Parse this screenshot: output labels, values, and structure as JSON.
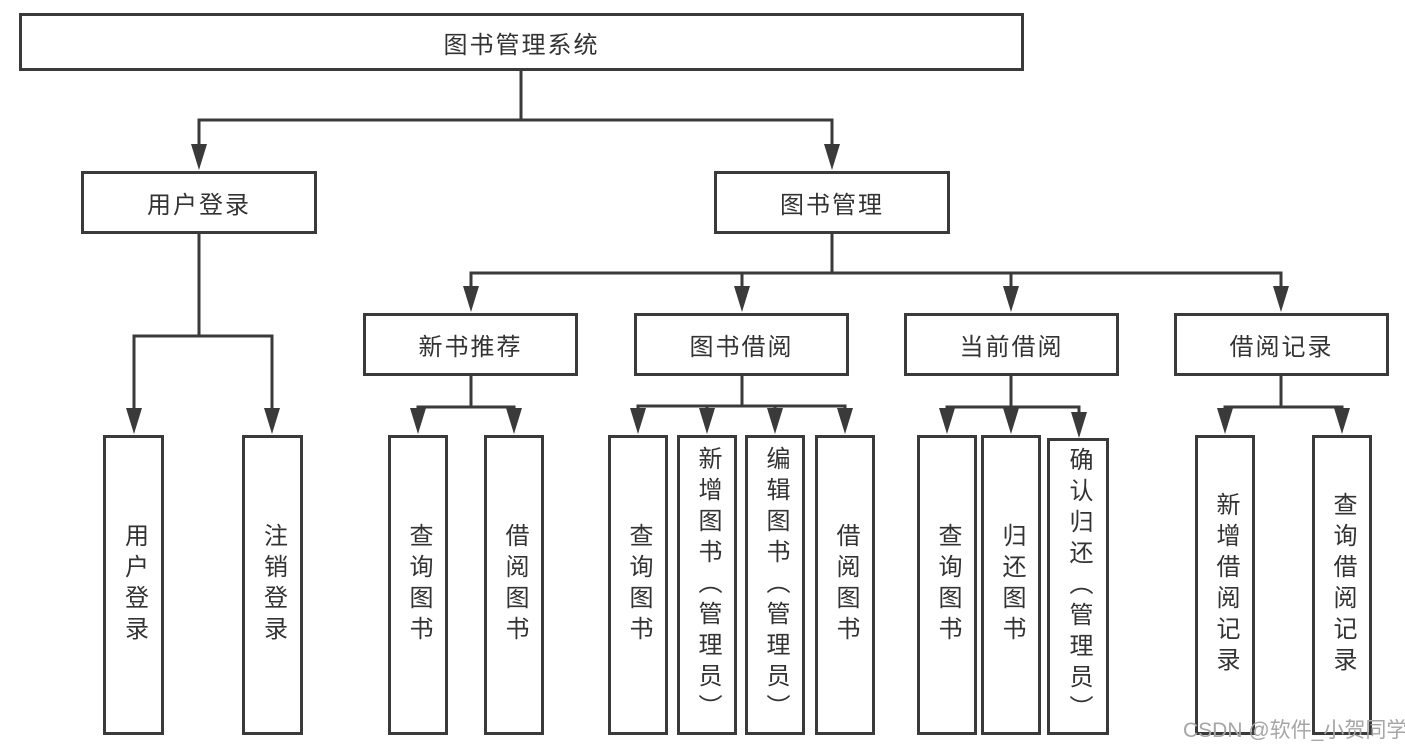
{
  "diagram": {
    "type": "tree",
    "tree": {
      "root": {
        "label": "图书管理系统",
        "children": [
          {
            "label": "用户登录",
            "children": [
              {
                "label": "用户登录"
              },
              {
                "label": "注销登录"
              }
            ]
          },
          {
            "label": "图书管理",
            "children": [
              {
                "label": "新书推荐",
                "children": [
                  {
                    "label": "查询图书"
                  },
                  {
                    "label": "借阅图书"
                  }
                ]
              },
              {
                "label": "图书借阅",
                "children": [
                  {
                    "label": "查询图书"
                  },
                  {
                    "label": "新增图书（管理员）"
                  },
                  {
                    "label": "编辑图书（管理员）"
                  },
                  {
                    "label": "借阅图书"
                  }
                ]
              },
              {
                "label": "当前借阅",
                "children": [
                  {
                    "label": "查询图书"
                  },
                  {
                    "label": "归还图书"
                  },
                  {
                    "label": "确认归还（管理员）"
                  }
                ]
              },
              {
                "label": "借阅记录",
                "children": [
                  {
                    "label": "新增借阅记录"
                  },
                  {
                    "label": "查询借阅记录"
                  }
                ]
              }
            ]
          }
        ]
      }
    },
    "colors": {
      "line": "#3a3a3a",
      "text": "#333333",
      "background": "#ffffff",
      "watermark": "#a6a6a6"
    }
  },
  "watermark": {
    "text": "CSDN @软件_小贺同学"
  }
}
